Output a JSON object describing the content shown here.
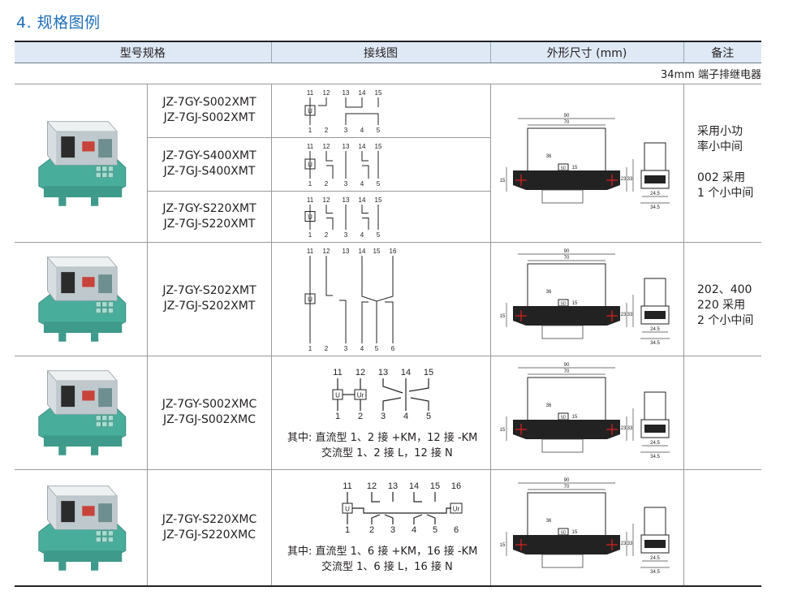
{
  "heading": "4. 规格图例",
  "table": {
    "headers": [
      "型号规格",
      "接线图",
      "外形尺寸 (mm)",
      "备注"
    ],
    "caption": "34mm 端子排继电器",
    "rows": [
      {
        "model_1": "JZ-7GY-S002XMT",
        "model_2": "JZ-7GJ-S002XMT"
      },
      {
        "model_1": "JZ-7GY-S400XMT",
        "model_2": "JZ-7GJ-S400XMT"
      },
      {
        "model_1": "JZ-7GY-S220XMT",
        "model_2": "JZ-7GJ-S220XMT"
      },
      {
        "model_1": "JZ-7GY-S202XMT",
        "model_2": "JZ-7GJ-S202XMT"
      },
      {
        "model_1": "JZ-7GY-S002XMC",
        "model_2": "JZ-7GJ-S002XMC",
        "wiring_note_1": "其中: 直流型 1、2 接 +KM，12 接 -KM",
        "wiring_note_2": "交流型 1、2 接 L，12 接 N"
      },
      {
        "model_1": "JZ-7GY-S220XMC",
        "model_2": "JZ-7GJ-S220XMC",
        "wiring_note_1": "其中: 直流型 1、6 接 +KM，16 接 -KM",
        "wiring_note_2": "交流型 1、6 接 L，16 接 N"
      }
    ],
    "notes": {
      "group1": [
        "采用小功",
        "率小中间",
        "002 采用",
        "1 个小中间"
      ],
      "group2": [
        "202、400",
        "220 采用",
        "2 个小中间"
      ]
    }
  },
  "dimensions": {
    "width_outer": "90",
    "width_inner": "70",
    "height_a": "36",
    "height_b": "15",
    "height_left": "15",
    "height_right_1": "23",
    "height_right_2": "33",
    "side_inner": "24.5",
    "side_outer": "34.5",
    "relay_label": "SD"
  },
  "wiring": {
    "t1": "11",
    "t2": "12",
    "t3": "13",
    "t4": "14",
    "t5": "15",
    "t6": "16",
    "b1": "1",
    "b2": "2",
    "b3": "3",
    "b4": "4",
    "b5": "5",
    "b6": "6",
    "coil": "U",
    "coil2": "Ur"
  },
  "colors": {
    "heading": "#1f6fb8",
    "header_bg": "#dfe9f6",
    "relay_base": "#4fb3a3",
    "crosshair": "#e02020"
  }
}
